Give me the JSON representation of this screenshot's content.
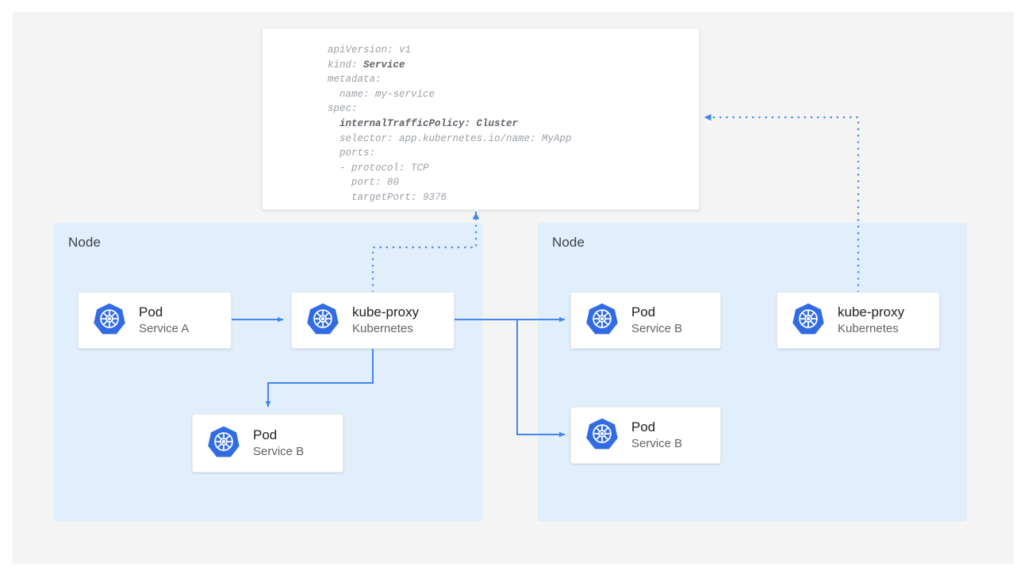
{
  "theme": {
    "page_bg": "#ffffff",
    "panel_bg": "#f4f4f4",
    "node_bg": "#e1effd",
    "card_bg": "#ffffff",
    "accent_blue": "#4285f4",
    "k8s_blue": "#326ce5",
    "text_primary": "#202124",
    "text_secondary": "#5f6368",
    "code_text": "#9aa0a6"
  },
  "yaml_manifest": {
    "name": "service-manifest",
    "lines": [
      {
        "text": "apiVersion: v1",
        "bold": false
      },
      {
        "text": "kind: ",
        "bold_tail": "Service"
      },
      {
        "text": "metadata:",
        "bold": false
      },
      {
        "text": "  name: my-service",
        "bold": false
      },
      {
        "text": "spec:",
        "bold": false
      },
      {
        "text": "  internalTrafficPolicy: Cluster",
        "bold": true
      },
      {
        "text": "  selector: app.kubernetes.io/name: MyApp",
        "bold": false
      },
      {
        "text": "  ports:",
        "bold": false
      },
      {
        "text": "  - protocol: TCP",
        "bold": false
      },
      {
        "text": "    port: 80",
        "bold": false
      },
      {
        "text": "    targetPort: 9376",
        "bold": false
      }
    ],
    "full_text": "apiVersion: v1\nkind: Service\nmetadata:\n  name: my-service\nspec:\n  internalTrafficPolicy: Cluster\n  selector: app.kubernetes.io/name: MyApp\n  ports:\n  - protocol: TCP\n    port: 80\n    targetPort: 9376"
  },
  "nodes": [
    {
      "id": "node-left",
      "label": "Node"
    },
    {
      "id": "node-right",
      "label": "Node"
    }
  ],
  "cards": {
    "pod_service_a": {
      "title": "Pod",
      "subtitle": "Service A",
      "icon": "kubernetes-icon"
    },
    "kube_proxy_left": {
      "title": "kube-proxy",
      "subtitle": "Kubernetes",
      "icon": "kubernetes-icon"
    },
    "pod_service_b_left": {
      "title": "Pod",
      "subtitle": "Service B",
      "icon": "kubernetes-icon"
    },
    "pod_service_b_top": {
      "title": "Pod",
      "subtitle": "Service B",
      "icon": "kubernetes-icon"
    },
    "pod_service_b_bottom": {
      "title": "Pod",
      "subtitle": "Service B",
      "icon": "kubernetes-icon"
    },
    "kube_proxy_right": {
      "title": "kube-proxy",
      "subtitle": "Kubernetes",
      "icon": "kubernetes-icon"
    }
  },
  "connections": [
    {
      "from": "pod_service_a",
      "to": "kube_proxy_left",
      "style": "solid",
      "direction": "forward"
    },
    {
      "from": "kube_proxy_left",
      "to": "pod_service_b_left",
      "style": "solid",
      "direction": "forward"
    },
    {
      "from": "kube_proxy_left",
      "to": "pod_service_b_top",
      "style": "solid",
      "direction": "forward"
    },
    {
      "from": "kube_proxy_left",
      "to": "pod_service_b_bottom",
      "style": "solid",
      "direction": "forward"
    },
    {
      "from": "kube_proxy_left",
      "to": "service-manifest",
      "style": "dotted",
      "direction": "forward"
    },
    {
      "from": "kube_proxy_right",
      "to": "service-manifest",
      "style": "dotted",
      "direction": "forward"
    }
  ]
}
